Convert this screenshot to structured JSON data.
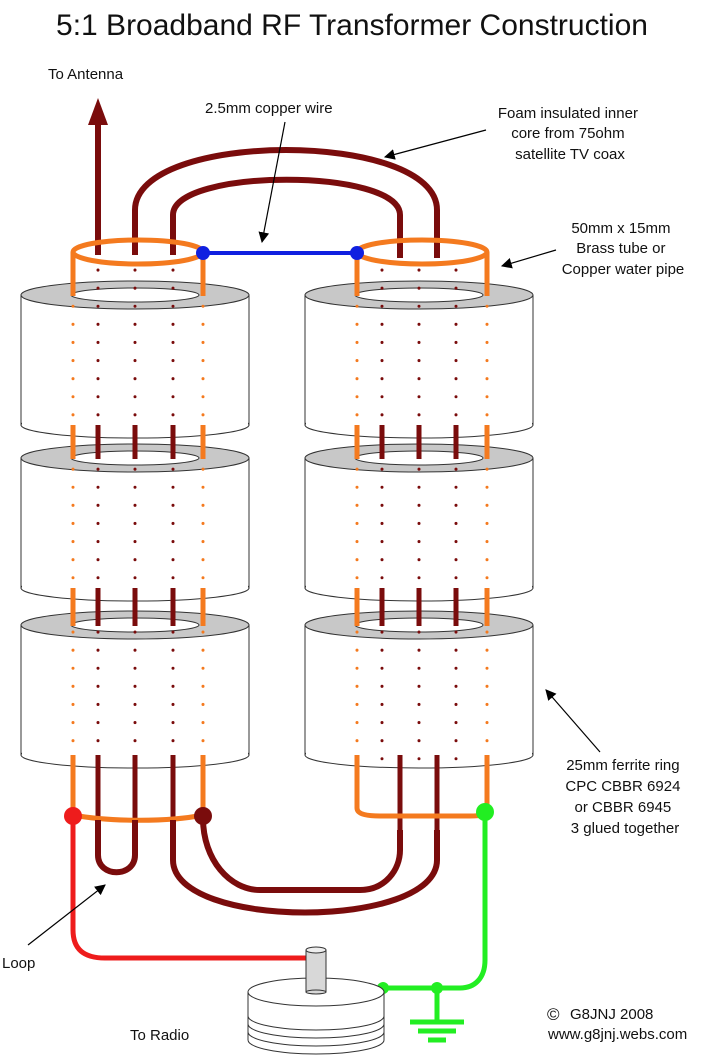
{
  "title": "5:1 Broadband RF Transformer Construction",
  "labels": {
    "to_antenna": "To Antenna",
    "copper_wire": "2.5mm copper wire",
    "foam": [
      "Foam insulated inner",
      "core from 75ohm",
      "satellite TV coax"
    ],
    "brass": [
      "50mm x 15mm",
      "Brass tube or",
      "Copper water pipe"
    ],
    "ferrite": [
      "25mm ferrite ring",
      "CPC CBBR 6924",
      "or CBBR 6945",
      "3 glued together"
    ],
    "loop": "Loop",
    "to_radio": "To Radio",
    "copyright": "G8JNJ 2008",
    "copyright_symbol": "©",
    "website": "www.g8jnj.webs.com"
  },
  "colors": {
    "coax": "#7a0c0c",
    "brass_tube": "#f47a1f",
    "copper_wire": "#1020e0",
    "radio_feed": "#ee1c1c",
    "ground": "#22ee22",
    "ferrite_top": "#c8c8c8"
  }
}
